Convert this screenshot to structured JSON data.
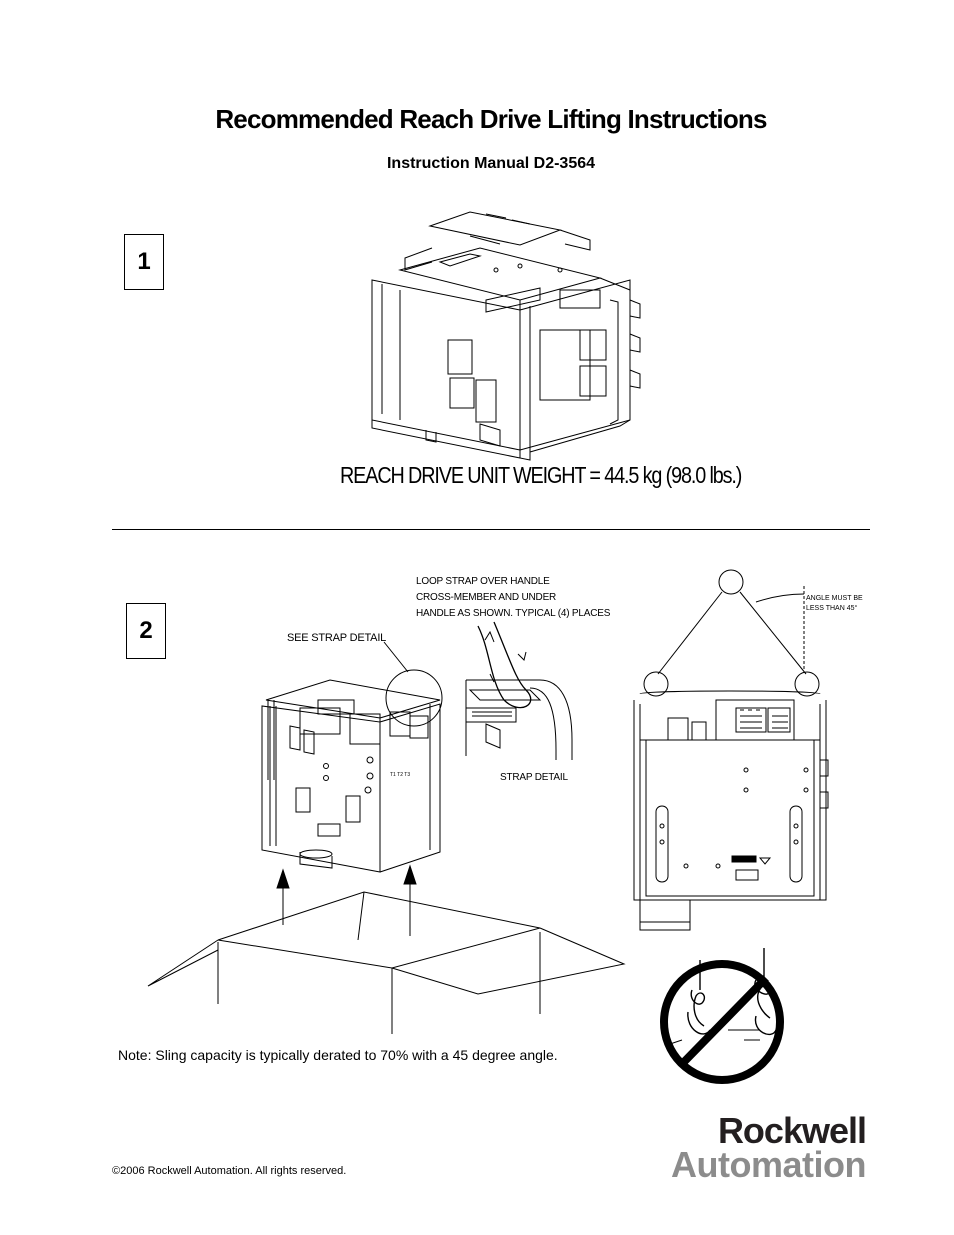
{
  "header": {
    "title": "Recommended Reach Drive Lifting Instructions",
    "subtitle": "Instruction Manual D2-3564"
  },
  "step1": {
    "number": "1",
    "weight_label": "REACH DRIVE UNIT WEIGHT = 44.5 kg (98.0 lbs.)"
  },
  "step2": {
    "number": "2",
    "callouts": {
      "loop_line1": "LOOP STRAP OVER HANDLE",
      "loop_line2": "CROSS-MEMBER AND UNDER",
      "loop_line3": "HANDLE AS SHOWN. TYPICAL (4) PLACES",
      "see_strap": "SEE STRAP DETAIL",
      "strap_detail": "STRAP DETAIL",
      "angle_line1": "ANGLE MUST BE",
      "angle_line2": "LESS THAN 45°"
    },
    "note": "Note: Sling capacity is typically derated to 70% with a 45 degree angle."
  },
  "footer": {
    "copyright": "©2006 Rockwell Automation. All rights reserved.",
    "logo_line1": "Rockwell",
    "logo_line2": "Automation"
  },
  "colors": {
    "logo_dark": "#231f20",
    "logo_gray": "#8c8c8c",
    "prohibition_red": "#000000"
  }
}
